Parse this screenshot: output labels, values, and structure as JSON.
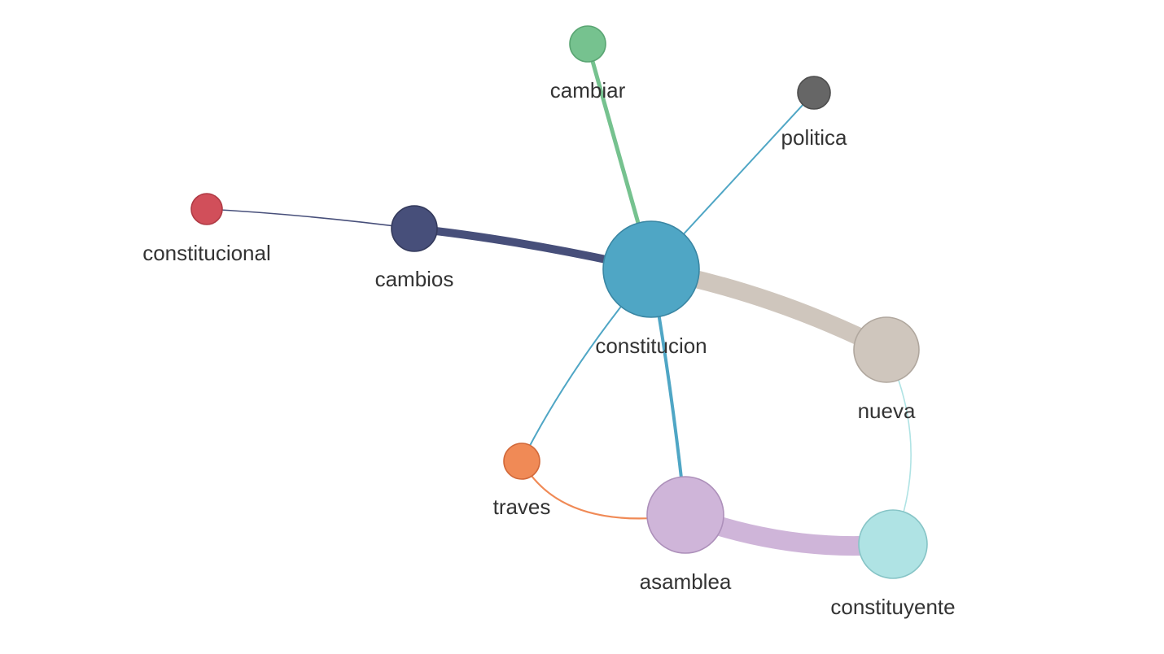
{
  "network": {
    "nodes": [
      {
        "id": "constitucion",
        "label": "constitucion",
        "color": "#4fa6c5",
        "stroke": "#3a86a3"
      },
      {
        "id": "cambios",
        "label": "cambios",
        "color": "#474f7a",
        "stroke": "#343a5c"
      },
      {
        "id": "constitucional",
        "label": "constitucional",
        "color": "#d14f5a",
        "stroke": "#b03a44"
      },
      {
        "id": "cambiar",
        "label": "cambiar",
        "color": "#76c28f",
        "stroke": "#5aa573"
      },
      {
        "id": "politica",
        "label": "politica",
        "color": "#666666",
        "stroke": "#4d4d4d"
      },
      {
        "id": "nueva",
        "label": "nueva",
        "color": "#cfc6bd",
        "stroke": "#b0a79e"
      },
      {
        "id": "traves",
        "label": "traves",
        "color": "#f08a56",
        "stroke": "#d2693a"
      },
      {
        "id": "asamblea",
        "label": "asamblea",
        "color": "#cfb5d9",
        "stroke": "#ad90ba"
      },
      {
        "id": "constituyente",
        "label": "constituyente",
        "color": "#afe3e4",
        "stroke": "#86c4c6"
      }
    ],
    "edges": [
      {
        "source": "constitucion",
        "target": "nueva",
        "color": "#cfc6bd"
      },
      {
        "source": "asamblea",
        "target": "constituyente",
        "color": "#cfb5d9"
      },
      {
        "source": "cambios",
        "target": "constitucion",
        "color": "#474f7a"
      },
      {
        "source": "constitucion",
        "target": "asamblea",
        "color": "#4fa6c5"
      },
      {
        "source": "cambiar",
        "target": "constitucion",
        "color": "#76c28f"
      },
      {
        "source": "constitucion",
        "target": "politica",
        "color": "#4fa6c5"
      },
      {
        "source": "constitucion",
        "target": "traves",
        "color": "#4fa6c5"
      },
      {
        "source": "constitucional",
        "target": "cambios",
        "color": "#474f7a"
      },
      {
        "source": "traves",
        "target": "asamblea",
        "color": "#f08a56"
      },
      {
        "source": "nueva",
        "target": "constituyente",
        "color": "#afe3e4"
      }
    ]
  }
}
